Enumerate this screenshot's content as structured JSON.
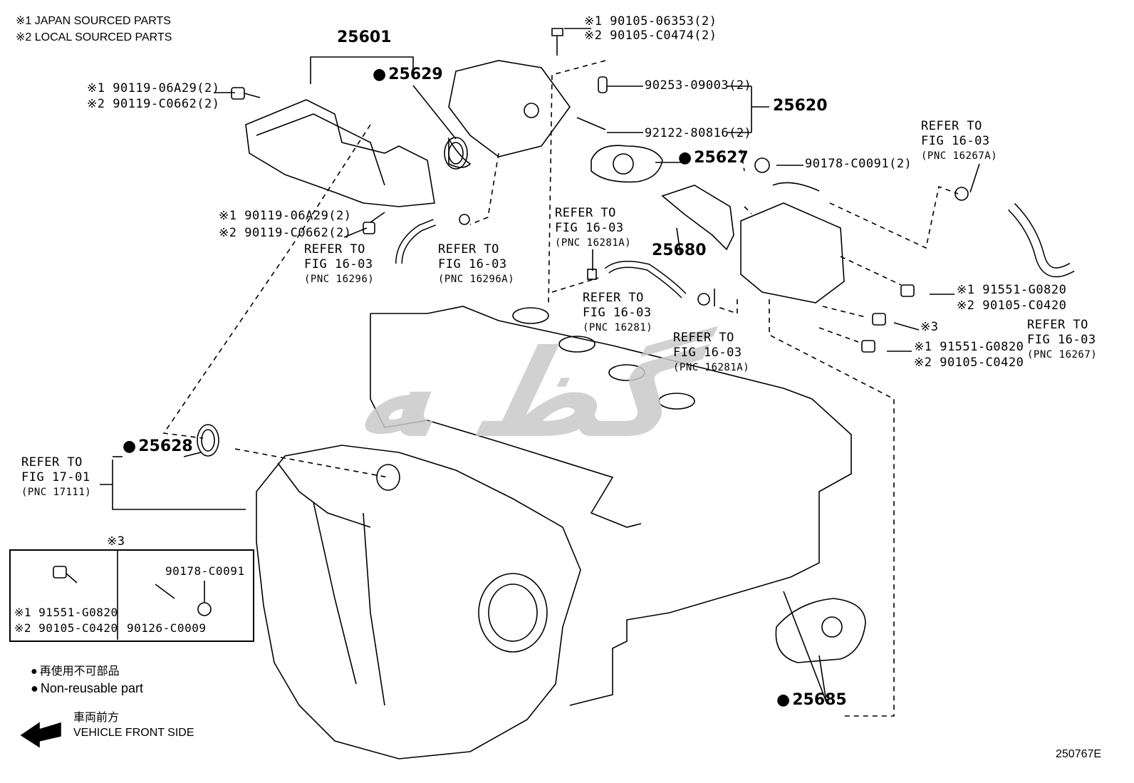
{
  "legend": {
    "note1": "※1 JAPAN SOURCED PARTS",
    "note2": "※2 LOCAL SOURCED PARTS"
  },
  "parts": {
    "p25601": "25601",
    "p25629": "25629",
    "p25620": "25620",
    "p25627": "25627",
    "p25680": "25680",
    "p25628": "25628",
    "p25685": "25685",
    "bolt_top_1": "※1 90105-06353(2)",
    "bolt_top_2": "※2 90105-C0474(2)",
    "pin": "90253-09003(2)",
    "stud": "92122-80816(2)",
    "nut": "90178-C0091(2)",
    "bolt_left_1": "※1 90119-06A29(2)",
    "bolt_left_2": "※2 90119-C0662(2)",
    "bolt_mid_1": "※1 90119-06A29(2)",
    "bolt_mid_2": "※2 90119-C0662(2)",
    "bolt_right_a1": "※1 91551-G0820",
    "bolt_right_a2": "※2 90105-C0420",
    "bolt_right_c": "※3",
    "bolt_right_b1": "※1 91551-G0820",
    "bolt_right_b2": "※2 90105-C0420"
  },
  "refs": {
    "r16296": {
      "l1": "REFER TO",
      "l2": "FIG 16-03",
      "l3": "(PNC 16296)"
    },
    "r16296a": {
      "l1": "REFER TO",
      "l2": "FIG 16-03",
      "l3": "(PNC 16296A)"
    },
    "r16281a_top": {
      "l1": "REFER TO",
      "l2": "FIG 16-03",
      "l3": "(PNC 16281A)"
    },
    "r16281": {
      "l1": "REFER TO",
      "l2": "FIG 16-03",
      "l3": "(PNC 16281)"
    },
    "r16281a_bot": {
      "l1": "REFER TO",
      "l2": "FIG 16-03",
      "l3": "(PNC 16281A)"
    },
    "r16267a": {
      "l1": "REFER TO",
      "l2": "FIG 16-03",
      "l3": "(PNC 16267A)"
    },
    "r16267": {
      "l1": "REFER TO",
      "l2": "FIG 16-03",
      "l3": "(PNC 16267)"
    },
    "r17111": {
      "l1": "REFER TO",
      "l2": "FIG 17-01",
      "l3": "(PNC 17111)"
    }
  },
  "kit3": {
    "title": "※3",
    "bolt1": "※1 91551-G0820",
    "bolt2": "※2 90105-C0420",
    "nut": "90178-C0091",
    "stud": "90126-C0009"
  },
  "footer": {
    "nonreuse_jp": "再使用不可部品",
    "nonreuse_en": "Non-reusable part",
    "front_jp": "車両前方",
    "front_en": "VEHICLE FRONT SIDE",
    "code": "250767E"
  }
}
